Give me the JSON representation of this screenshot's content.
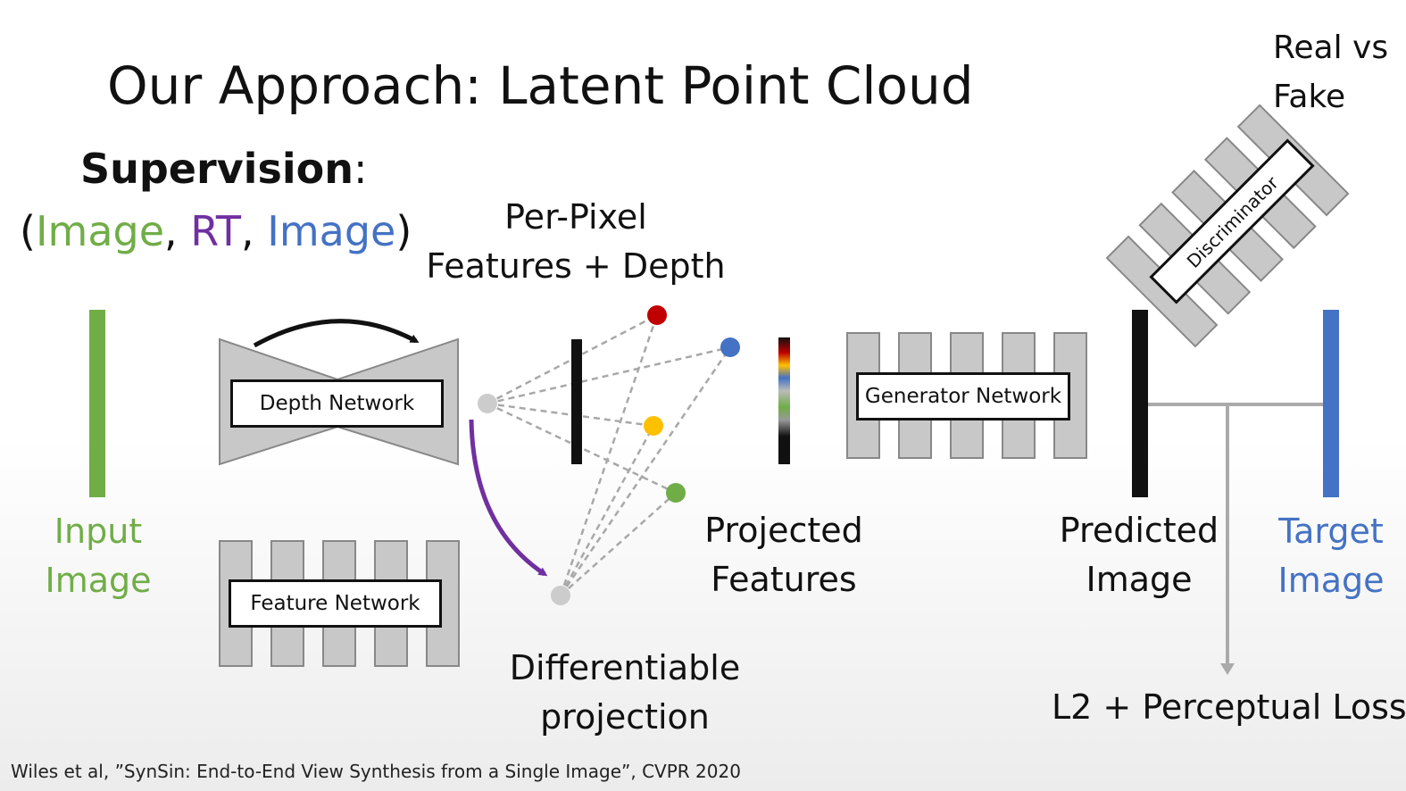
{
  "slide": {
    "title": "Our Approach: Latent Point Cloud",
    "supervision_label": "Supervision",
    "supervision_colon": ":",
    "tuple": {
      "open": "(",
      "image1": "Image",
      "sep1": ", ",
      "rt": "RT",
      "sep2": ", ",
      "image2": "Image",
      "close": ")"
    },
    "citation": "Wiles et al, ”SynSin: End-to-End View Synthesis from a Single Image”, CVPR 2020"
  },
  "diagram": {
    "input_image": [
      "Input",
      "Image"
    ],
    "depth_network": "Depth Network",
    "feature_network": "Feature Network",
    "per_pixel": [
      "Per-Pixel",
      "Features + Depth"
    ],
    "differentiable_projection": [
      "Differentiable",
      "projection"
    ],
    "projected_features": [
      "Projected",
      "Features"
    ],
    "generator_network": "Generator Network",
    "discriminator": "Discriminator",
    "real_vs_fake": [
      "Real vs",
      "Fake"
    ],
    "predicted_image": [
      "Predicted",
      "Image"
    ],
    "target_image": [
      "Target",
      "Image"
    ],
    "loss": "L2 + Perceptual Loss"
  },
  "colors": {
    "input_green": "#70ad47",
    "rt_purple": "#7030a0",
    "target_blue": "#4472c4",
    "point_red": "#c00000",
    "point_blue": "#4472c4",
    "point_yellow": "#ffc000",
    "point_green": "#70ad47",
    "point_gray": "#cccccc",
    "block_gray": "#c8c8c8"
  }
}
